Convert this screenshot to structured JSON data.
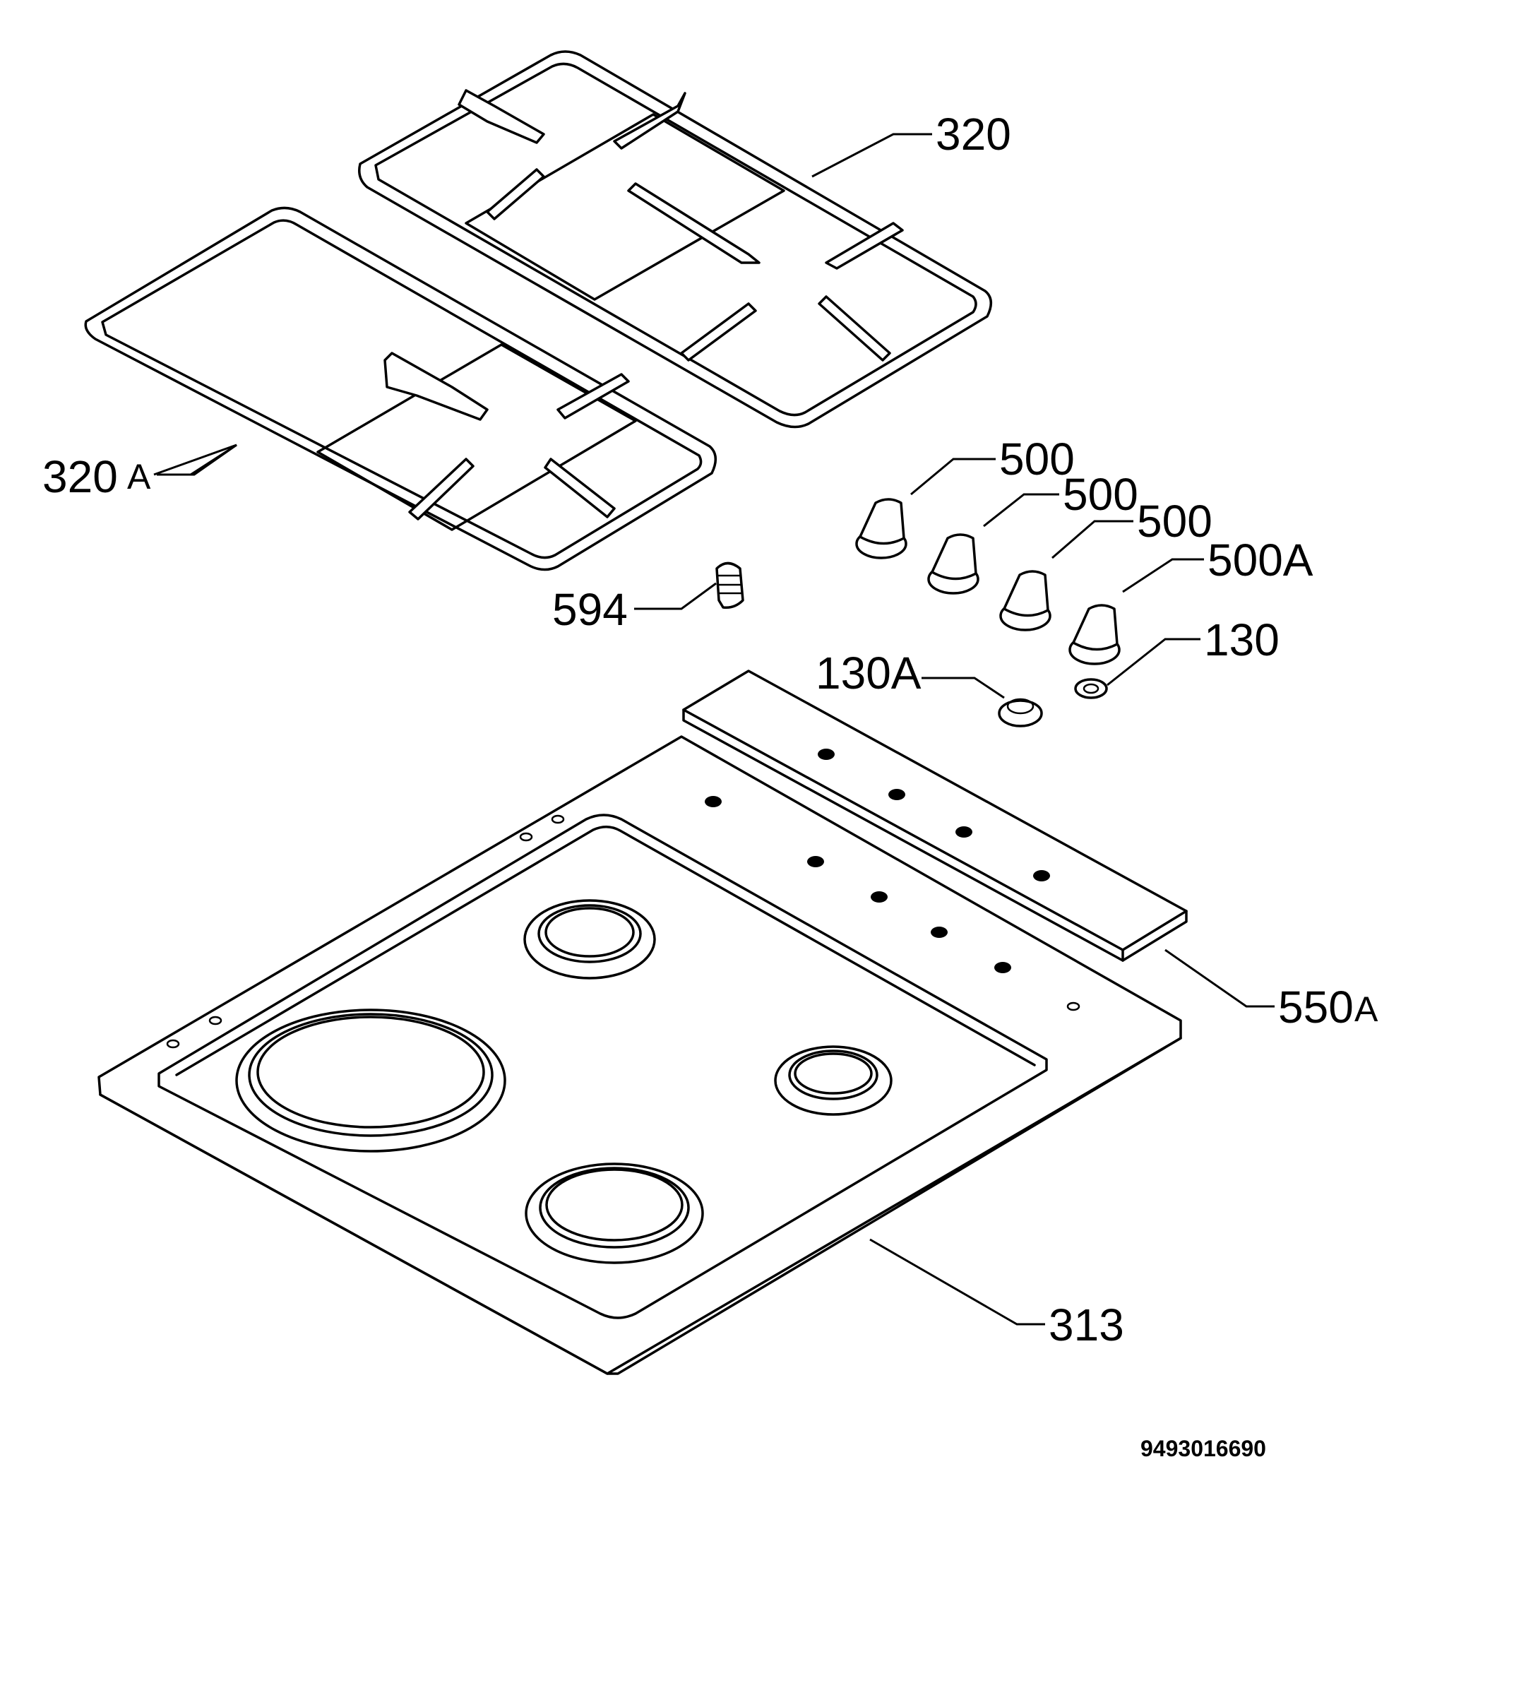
{
  "callouts": {
    "grate_right": "320",
    "grate_left": "320",
    "grate_left_suffix": "A",
    "knob_1": "500",
    "knob_2": "500",
    "knob_3": "500",
    "knob_4": "500A",
    "injector": "594",
    "spring_a": "130A",
    "spring": "130",
    "control_panel": "550",
    "control_panel_suffix": "A",
    "hob_top": "313"
  },
  "document_number": "9493016690"
}
